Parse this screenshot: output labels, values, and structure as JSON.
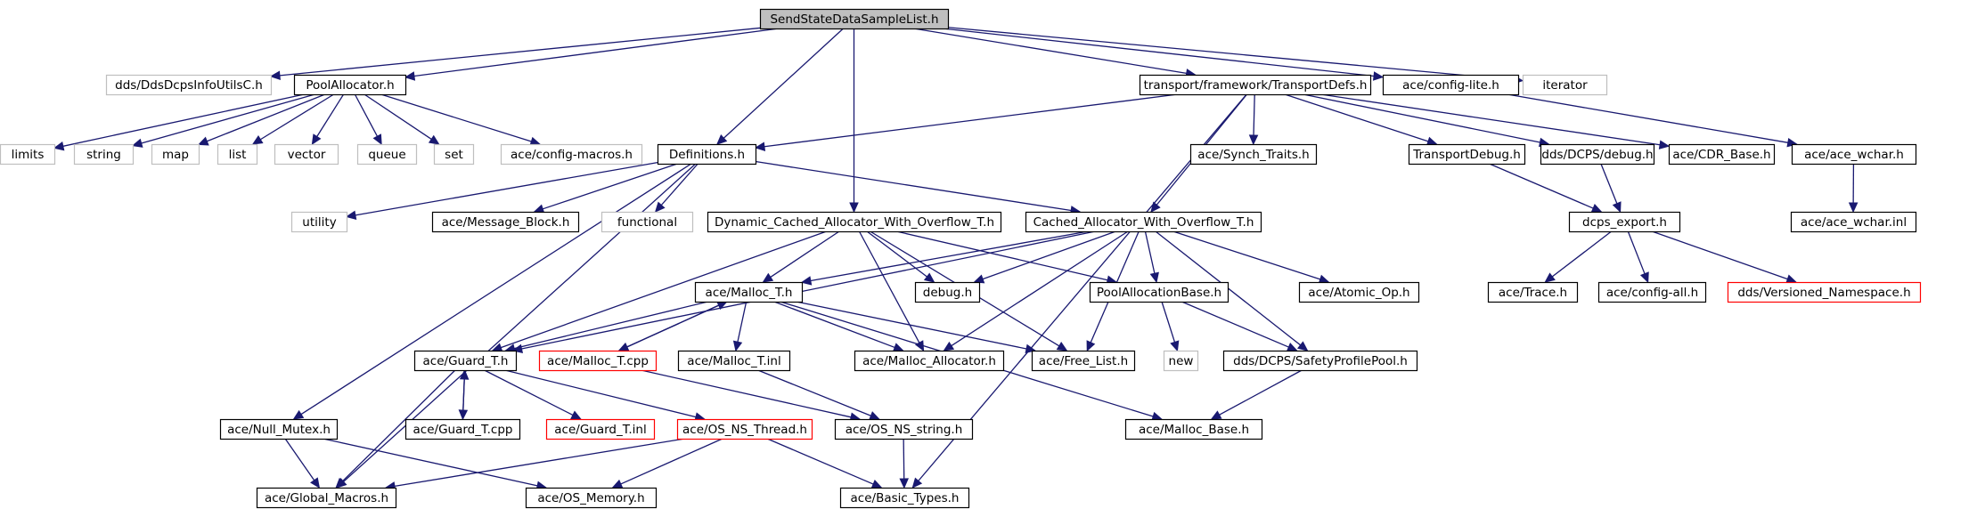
{
  "colors": {
    "edge": "#191970",
    "root_fill": "#bfbfbf",
    "normal_border": "#000000",
    "external_border": "#bfbfbf",
    "missing_border": "#ff0000",
    "text": "#000000"
  },
  "nodes": [
    {
      "id": "root",
      "label": "SendStateDataSampleList.h",
      "kind": "root"
    },
    {
      "id": "ddsinfo",
      "label": "dds/DdsDcpsInfoUtilsC.h",
      "kind": "external"
    },
    {
      "id": "pool",
      "label": "PoolAllocator.h",
      "kind": "normal"
    },
    {
      "id": "tdefs",
      "label": "transport/framework/TransportDefs.h",
      "kind": "normal"
    },
    {
      "id": "cfglite",
      "label": "ace/config-lite.h",
      "kind": "normal"
    },
    {
      "id": "iterator",
      "label": "iterator",
      "kind": "external"
    },
    {
      "id": "limits",
      "label": "limits",
      "kind": "external"
    },
    {
      "id": "string",
      "label": "string",
      "kind": "external"
    },
    {
      "id": "map",
      "label": "map",
      "kind": "external"
    },
    {
      "id": "list",
      "label": "list",
      "kind": "external"
    },
    {
      "id": "vector",
      "label": "vector",
      "kind": "external"
    },
    {
      "id": "queue",
      "label": "queue",
      "kind": "external"
    },
    {
      "id": "set",
      "label": "set",
      "kind": "external"
    },
    {
      "id": "cfgmacros",
      "label": "ace/config-macros.h",
      "kind": "external"
    },
    {
      "id": "defs",
      "label": "Definitions.h",
      "kind": "normal"
    },
    {
      "id": "synch",
      "label": "ace/Synch_Traits.h",
      "kind": "normal"
    },
    {
      "id": "tdebug",
      "label": "TransportDebug.h",
      "kind": "normal"
    },
    {
      "id": "dcpsdebug",
      "label": "dds/DCPS/debug.h",
      "kind": "normal"
    },
    {
      "id": "cdr",
      "label": "ace/CDR_Base.h",
      "kind": "normal"
    },
    {
      "id": "wchar",
      "label": "ace/ace_wchar.h",
      "kind": "normal"
    },
    {
      "id": "utility",
      "label": "utility",
      "kind": "external"
    },
    {
      "id": "msgblock",
      "label": "ace/Message_Block.h",
      "kind": "normal"
    },
    {
      "id": "functional",
      "label": "functional",
      "kind": "external"
    },
    {
      "id": "dyncache",
      "label": "Dynamic_Cached_Allocator_With_Overflow_T.h",
      "kind": "normal"
    },
    {
      "id": "cache",
      "label": "Cached_Allocator_With_Overflow_T.h",
      "kind": "normal"
    },
    {
      "id": "dcpsexport",
      "label": "dcps_export.h",
      "kind": "normal"
    },
    {
      "id": "wcharinl",
      "label": "ace/ace_wchar.inl",
      "kind": "normal"
    },
    {
      "id": "malloct",
      "label": "ace/Malloc_T.h",
      "kind": "normal"
    },
    {
      "id": "debugh",
      "label": "debug.h",
      "kind": "normal"
    },
    {
      "id": "poolbase",
      "label": "PoolAllocationBase.h",
      "kind": "normal"
    },
    {
      "id": "atomic",
      "label": "ace/Atomic_Op.h",
      "kind": "normal"
    },
    {
      "id": "trace",
      "label": "ace/Trace.h",
      "kind": "normal"
    },
    {
      "id": "cfgall",
      "label": "ace/config-all.h",
      "kind": "normal"
    },
    {
      "id": "versioned",
      "label": "dds/Versioned_Namespace.h",
      "kind": "missing"
    },
    {
      "id": "guardt",
      "label": "ace/Guard_T.h",
      "kind": "normal"
    },
    {
      "id": "malloctcpp",
      "label": "ace/Malloc_T.cpp",
      "kind": "missing"
    },
    {
      "id": "malloctinl",
      "label": "ace/Malloc_T.inl",
      "kind": "normal"
    },
    {
      "id": "mallocalloc",
      "label": "ace/Malloc_Allocator.h",
      "kind": "normal"
    },
    {
      "id": "freelist",
      "label": "ace/Free_List.h",
      "kind": "normal"
    },
    {
      "id": "new",
      "label": "new",
      "kind": "external"
    },
    {
      "id": "safety",
      "label": "dds/DCPS/SafetyProfilePool.h",
      "kind": "normal"
    },
    {
      "id": "nullmutex",
      "label": "ace/Null_Mutex.h",
      "kind": "normal"
    },
    {
      "id": "guardcpp",
      "label": "ace/Guard_T.cpp",
      "kind": "normal"
    },
    {
      "id": "guardinl",
      "label": "ace/Guard_T.inl",
      "kind": "missing"
    },
    {
      "id": "osthread",
      "label": "ace/OS_NS_Thread.h",
      "kind": "missing"
    },
    {
      "id": "osstring",
      "label": "ace/OS_NS_string.h",
      "kind": "normal"
    },
    {
      "id": "mallocbase",
      "label": "ace/Malloc_Base.h",
      "kind": "normal"
    },
    {
      "id": "globalmacros",
      "label": "ace/Global_Macros.h",
      "kind": "normal"
    },
    {
      "id": "osmemory",
      "label": "ace/OS_Memory.h",
      "kind": "normal"
    },
    {
      "id": "basictypes",
      "label": "ace/Basic_Types.h",
      "kind": "normal"
    }
  ],
  "edges": [
    [
      "root",
      "ddsinfo"
    ],
    [
      "root",
      "pool"
    ],
    [
      "root",
      "tdefs"
    ],
    [
      "root",
      "cfglite"
    ],
    [
      "root",
      "iterator"
    ],
    [
      "root",
      "defs"
    ],
    [
      "root",
      "dyncache"
    ],
    [
      "pool",
      "limits"
    ],
    [
      "pool",
      "string"
    ],
    [
      "pool",
      "map"
    ],
    [
      "pool",
      "list"
    ],
    [
      "pool",
      "vector"
    ],
    [
      "pool",
      "queue"
    ],
    [
      "pool",
      "set"
    ],
    [
      "pool",
      "cfgmacros"
    ],
    [
      "tdefs",
      "defs"
    ],
    [
      "tdefs",
      "synch"
    ],
    [
      "tdefs",
      "tdebug"
    ],
    [
      "tdefs",
      "dcpsdebug"
    ],
    [
      "tdefs",
      "cdr"
    ],
    [
      "tdefs",
      "cache"
    ],
    [
      "tdefs",
      "basictypes"
    ],
    [
      "cfglite",
      "wchar"
    ],
    [
      "wchar",
      "wcharinl"
    ],
    [
      "defs",
      "utility"
    ],
    [
      "defs",
      "msgblock"
    ],
    [
      "defs",
      "functional"
    ],
    [
      "defs",
      "cache"
    ],
    [
      "defs",
      "nullmutex"
    ],
    [
      "defs",
      "globalmacros"
    ],
    [
      "tdebug",
      "dcpsexport"
    ],
    [
      "dcpsdebug",
      "dcpsexport"
    ],
    [
      "dcpsexport",
      "trace"
    ],
    [
      "dcpsexport",
      "cfgall"
    ],
    [
      "dcpsexport",
      "versioned"
    ],
    [
      "dyncache",
      "malloct"
    ],
    [
      "dyncache",
      "debugh"
    ],
    [
      "dyncache",
      "guardt"
    ],
    [
      "dyncache",
      "poolbase"
    ],
    [
      "dyncache",
      "mallocalloc"
    ],
    [
      "dyncache",
      "freelist"
    ],
    [
      "cache",
      "malloct"
    ],
    [
      "cache",
      "debugh"
    ],
    [
      "cache",
      "poolbase"
    ],
    [
      "cache",
      "atomic"
    ],
    [
      "cache",
      "mallocalloc"
    ],
    [
      "cache",
      "freelist"
    ],
    [
      "cache",
      "guardt"
    ],
    [
      "cache",
      "safety"
    ],
    [
      "malloct",
      "guardt"
    ],
    [
      "malloct",
      "malloctcpp"
    ],
    [
      "malloctcpp",
      "malloct"
    ],
    [
      "malloct",
      "malloctinl"
    ],
    [
      "malloct",
      "mallocalloc"
    ],
    [
      "malloct",
      "freelist"
    ],
    [
      "malloct",
      "mallocbase"
    ],
    [
      "poolbase",
      "new"
    ],
    [
      "poolbase",
      "safety"
    ],
    [
      "safety",
      "mallocbase"
    ],
    [
      "guardt",
      "guardcpp"
    ],
    [
      "guardcpp",
      "guardt"
    ],
    [
      "guardt",
      "guardinl"
    ],
    [
      "guardt",
      "osthread"
    ],
    [
      "guardt",
      "globalmacros"
    ],
    [
      "malloctinl",
      "osstring"
    ],
    [
      "malloctcpp",
      "osstring"
    ],
    [
      "nullmutex",
      "globalmacros"
    ],
    [
      "nullmutex",
      "osmemory"
    ],
    [
      "osthread",
      "globalmacros"
    ],
    [
      "osthread",
      "osmemory"
    ],
    [
      "osthread",
      "basictypes"
    ],
    [
      "osstring",
      "basictypes"
    ]
  ]
}
